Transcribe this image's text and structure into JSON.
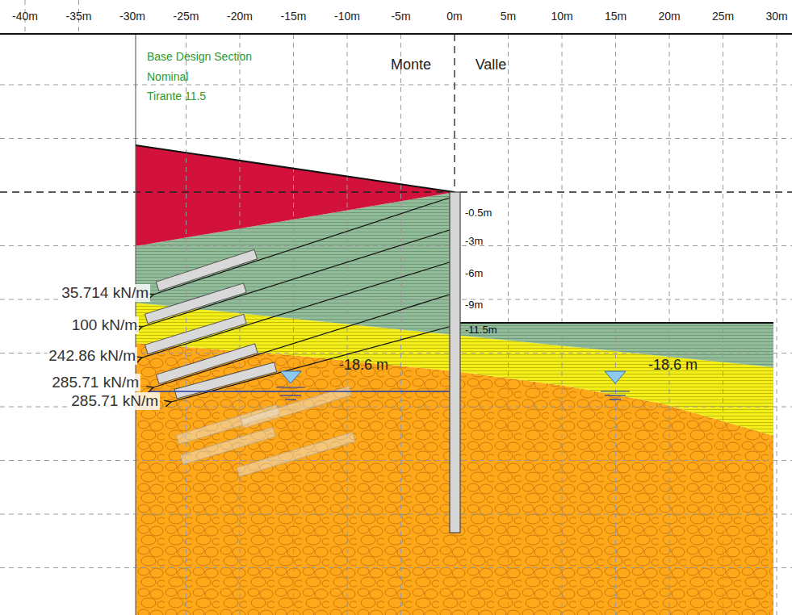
{
  "diagram": {
    "labels": [
      "-40m",
      "-35m",
      "-30m",
      "-25m",
      "-20m",
      "-15m",
      "-10m",
      "-5m",
      "0m",
      "5m",
      "10m",
      "15m",
      "20m",
      "25m",
      "30m",
      "Base Design Section",
      "Nominal",
      "Tirante 11.5",
      "Monte",
      "Valle",
      "-0.5m",
      "-3m",
      "-6m",
      "-9m",
      "-11.5m",
      "35.714 kN/m",
      "100 kN/m",
      "242.86 kN/m",
      "285.71 kN/m",
      "285.71 kN/m",
      "-18.6 m",
      "-18.6 m"
    ]
  }
}
